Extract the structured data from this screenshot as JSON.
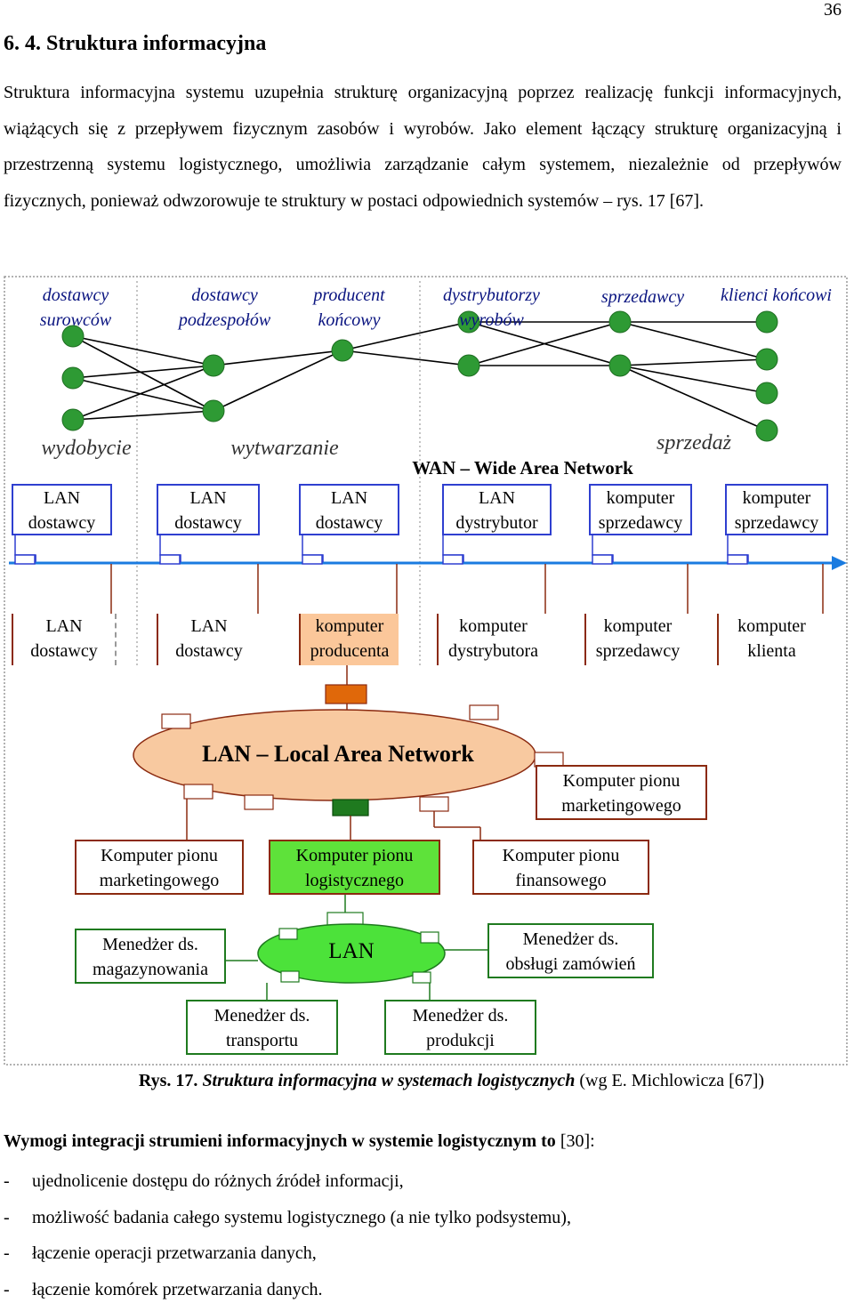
{
  "page_number": "36",
  "heading": "6. 4. Struktura informacyjna",
  "paragraph": "Struktura informacyjna systemu uzupełnia strukturę organizacyjną poprzez realizację funkcji informacyjnych, wiążących się z przepływem fizycznym zasobów i wyrobów. Jako element łączący strukturę organizacyjną i przestrzenną systemu logistycznego, umożliwia zarządzanie całym systemem, niezależnie od przepływów fizycznych, ponieważ odwzorowuje te struktury w postaci odpowiednich systemów – rys. 17 [67].",
  "diagram": {
    "columns": [
      {
        "line1": "dostawcy",
        "line2": "surowców"
      },
      {
        "line1": "dostawcy",
        "line2": "podzespołów"
      },
      {
        "line1": "producent",
        "line2": "końcowy"
      },
      {
        "line1": "dystrybutorzy",
        "line2": "wyrobów"
      },
      {
        "line1": "sprzedawcy",
        "line2": ""
      },
      {
        "line1": "klienci końcowi",
        "line2": ""
      }
    ],
    "phases": {
      "mining": "wydobycie",
      "manufacturing": "wytwarzanie",
      "sales": "sprzedaż"
    },
    "wan_label": "WAN – Wide Area Network",
    "top_boxes": [
      {
        "line1": "LAN",
        "line2": "dostawcy"
      },
      {
        "line1": "LAN",
        "line2": "dostawcy"
      },
      {
        "line1": "LAN",
        "line2": "dostawcy"
      },
      {
        "line1": "LAN",
        "line2": "dystrybutor"
      },
      {
        "line1": "komputer",
        "line2": "sprzedawcy"
      },
      {
        "line1": "komputer",
        "line2": "sprzedawcy"
      }
    ],
    "bottom_boxes": [
      {
        "line1": "LAN",
        "line2": "dostawcy"
      },
      {
        "line1": "LAN",
        "line2": "dostawcy"
      },
      {
        "line1": "komputer",
        "line2": "producenta"
      },
      {
        "line1": "komputer",
        "line2": "dystrybutora"
      },
      {
        "line1": "komputer",
        "line2": "sprzedawcy"
      },
      {
        "line1": "komputer",
        "line2": "klienta"
      }
    ],
    "lan_label": "LAN – Local Area Network",
    "dept_boxes": {
      "marketing_right": {
        "line1": "Komputer pionu",
        "line2": "marketingowego"
      },
      "marketing_left": {
        "line1": "Komputer pionu",
        "line2": "marketingowego"
      },
      "logistics": {
        "line1": "Komputer pionu",
        "line2": "logistycznego"
      },
      "finance": {
        "line1": "Komputer pionu",
        "line2": "finansowego"
      }
    },
    "inner_lan_label": "LAN",
    "managers": {
      "warehouse": {
        "line1": "Menedżer ds.",
        "line2": "magazynowania"
      },
      "orders": {
        "line1": "Menedżer ds.",
        "line2": "obsługi zamówień"
      },
      "transport": {
        "line1": "Menedżer ds.",
        "line2": "transportu"
      },
      "production": {
        "line1": "Menedżer ds.",
        "line2": "produkcji"
      }
    },
    "colors": {
      "node": "#2e9a34",
      "blue_border": "#2f3fd0",
      "brown_border": "#8b2a10",
      "lan_ellipse": "#f8c9a0",
      "producer_box": "#fbc79a",
      "logistics_box": "#5ee23a",
      "inner_lan": "#4ce23a",
      "wan_arrow": "#1a7be0"
    }
  },
  "caption": {
    "label": "Rys. 17.",
    "title": "Struktura informacyjna w systemach logistycznych",
    "source": "(wg E. Michlowicza [67])"
  },
  "requirements_title": "Wymogi integracji strumieni informacyjnych w systemie logistycznym to",
  "requirements_ref": "[30]:",
  "bullets": [
    "ujednolicenie dostępu do różnych źródeł informacji,",
    "możliwość badania całego systemu logistycznego (a nie tylko podsystemu),",
    "łączenie operacji przetwarzania danych,",
    "łączenie komórek przetwarzania danych."
  ]
}
